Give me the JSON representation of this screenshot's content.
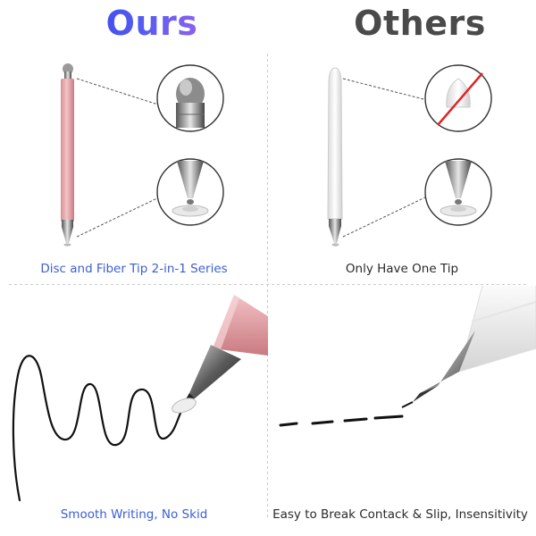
{
  "headings": {
    "ours": "Ours",
    "others": "Others"
  },
  "captions": {
    "ours_tip": "Disc and Fiber Tip 2-in-1 Series",
    "others_tip": "Only Have One Tip",
    "ours_writing": "Smooth Writing, No Skid",
    "others_writing": "Easy to Break Contack & Slip, Insensitivity"
  },
  "colors": {
    "ours_gradient_start": "#3b4df0",
    "ours_gradient_end": "#9a63ee",
    "caption_blue": "#3b5fd6",
    "rose_gold": "#e8a9ad",
    "others_heading": "#4a4a4a"
  },
  "icons": [
    "fiber-tip-zoom-icon",
    "disc-tip-zoom-icon",
    "crossed-out-tip-icon"
  ]
}
